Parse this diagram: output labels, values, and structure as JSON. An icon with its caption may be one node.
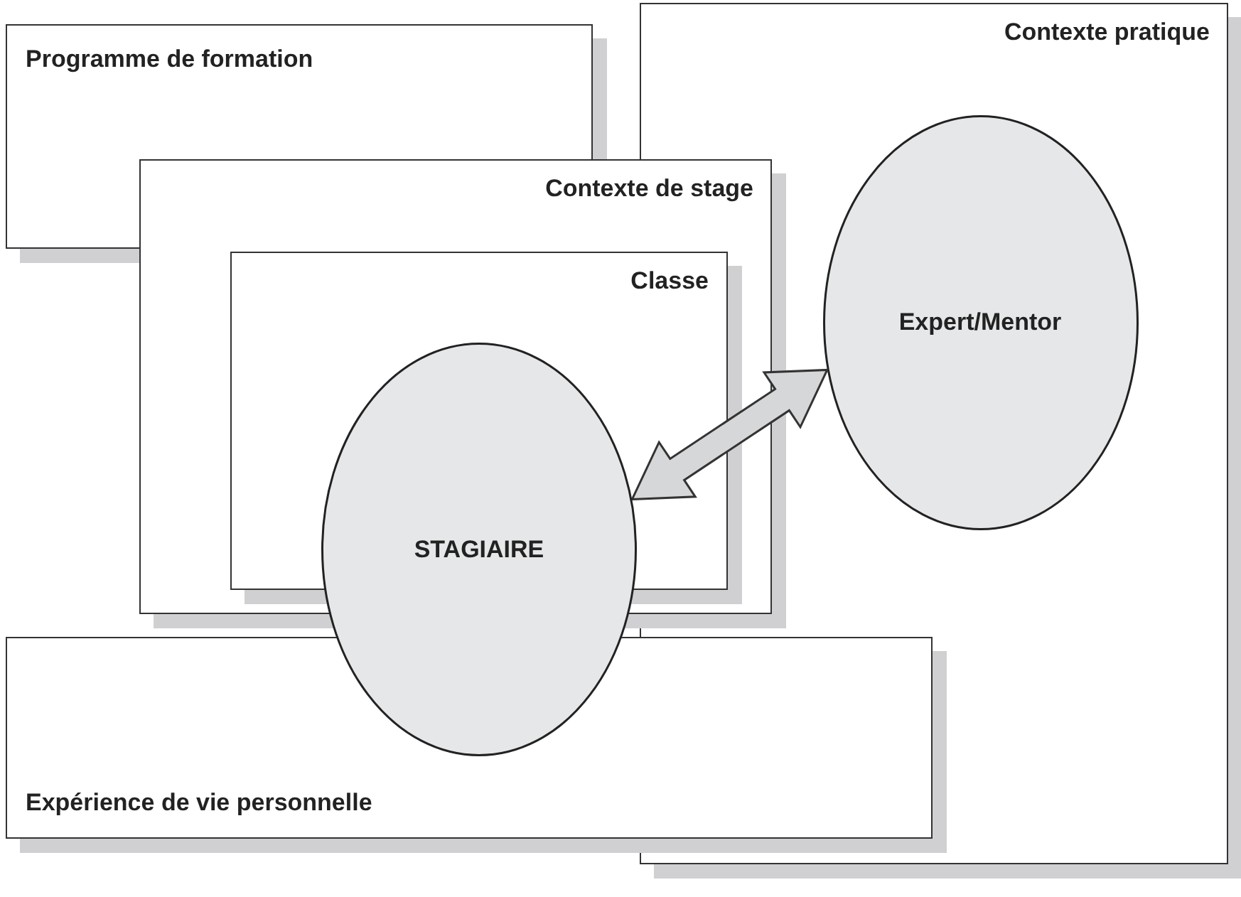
{
  "diagram": {
    "nodes": [
      {
        "text": [
          "Programme de formation"
        ]
      },
      {
        "text": [
          "Contexte pratique"
        ]
      },
      {
        "text": [
          "Contexte de stage"
        ]
      },
      {
        "text": [
          "Classe"
        ],
        "in": 2
      },
      {
        "text": [
          "Expert/Mentor"
        ],
        "in": 1
      },
      {
        "text": [
          "STAGIAIRE"
        ]
      },
      {
        "text": [
          "Expérience de vie personnelle"
        ]
      }
    ],
    "edges": [
      {
        "from": 5,
        "to": 4,
        "arrow": "both",
        "style": "thick"
      }
    ]
  }
}
